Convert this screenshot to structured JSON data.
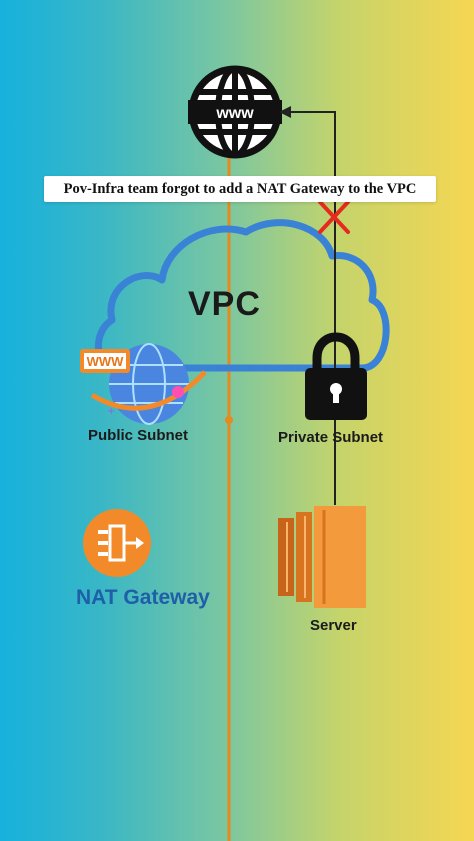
{
  "caption": "Pov-Infra team forgot to add a NAT Gateway to the VPC",
  "vpc": {
    "label": "VPC"
  },
  "internet": {
    "badge_text": "www",
    "icon": "globe-icon"
  },
  "public_subnet": {
    "label": "Public Subnet",
    "badge_text": "WWW",
    "icon": "globe-icon"
  },
  "private_subnet": {
    "label": "Private Subnet",
    "icon": "lock-icon"
  },
  "nat_gateway": {
    "label": "NAT Gateway",
    "icon": "nat-gateway-icon"
  },
  "server": {
    "label": "Server",
    "icon": "server-icon"
  },
  "blocked_marker": {
    "icon": "cross-icon"
  },
  "colors": {
    "cloud": "#3a82d6",
    "divider": "#e48a1f",
    "arrow": "#222222",
    "cross": "#e52b1f",
    "nat": "#f28a2a",
    "server_dark": "#c8631a",
    "server_light": "#f39a3c"
  }
}
